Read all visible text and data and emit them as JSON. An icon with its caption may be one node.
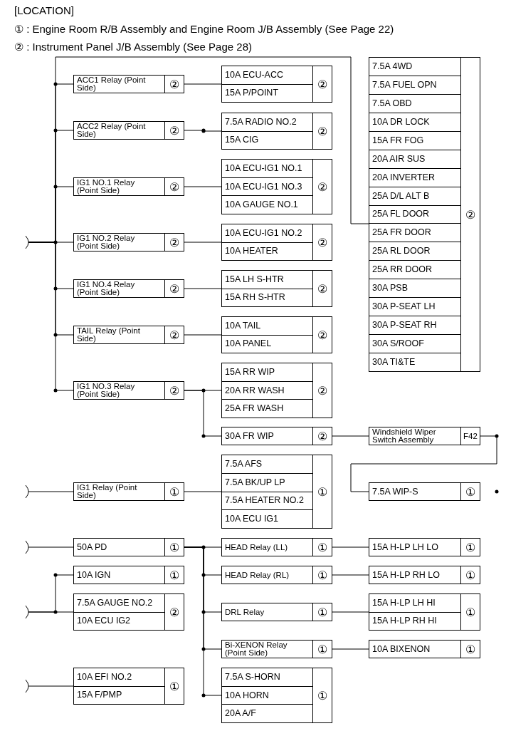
{
  "diagram": {
    "title": "[LOCATION]",
    "nodes": [
      {
        "text": [
          "ACC1 Relay (Point Side)",
          "②"
        ]
      },
      {
        "text": [
          "10A ECU-ACC",
          "15A P/POINT",
          "②"
        ]
      },
      {
        "text": [
          "7.5A 4WD",
          "7.5A FUEL OPN",
          "7.5A OBD",
          "10A DR LOCK",
          "15A FR FOG",
          "20A AIR SUS",
          "20A INVERTER",
          "25A D/L ALT B",
          "25A FL DOOR",
          "25A FR DOOR",
          "25A RL DOOR",
          "25A RR DOOR",
          "30A PSB",
          "30A P-SEAT LH",
          "30A P-SEAT RH",
          "30A S/ROOF",
          "30A TI&TE",
          "②"
        ]
      },
      {
        "text": [
          "ACC2 Relay (Point Side)",
          "②"
        ]
      },
      {
        "text": [
          "7.5A RADIO NO.2",
          "15A CIG",
          "②"
        ]
      },
      {
        "text": [
          "IG1 NO.1 Relay (Point Side)",
          "②"
        ]
      },
      {
        "text": [
          "10A ECU-IG1 NO.1",
          "10A ECU-IG1 NO.3",
          "10A GAUGE NO.1",
          "②"
        ]
      },
      {
        "text": [
          "IG1 NO.2 Relay (Point Side)",
          "②"
        ]
      },
      {
        "text": [
          "10A ECU-IG1 NO.2",
          "10A HEATER",
          "②"
        ]
      },
      {
        "text": [
          "IG1 NO.4 Relay (Point Side)",
          "②"
        ]
      },
      {
        "text": [
          "15A LH S-HTR",
          "15A RH S-HTR",
          "②"
        ]
      },
      {
        "text": [
          "TAIL Relay (Point Side)",
          "②"
        ]
      },
      {
        "text": [
          "10A TAIL",
          "10A PANEL",
          "②"
        ]
      },
      {
        "text": [
          "IG1 NO.3 Relay (Point Side)",
          "②"
        ]
      },
      {
        "text": [
          "15A RR WIP",
          "20A RR WASH",
          "25A FR WASH",
          "②"
        ]
      },
      {
        "text": [
          "30A FR WIP",
          "②"
        ]
      },
      {
        "text": [
          "Windshield Wiper Switch Assembly",
          "F42"
        ]
      },
      {
        "text": [
          "IG1 Relay (Point Side)",
          "①"
        ]
      },
      {
        "text": [
          "7.5A AFS",
          "7.5A BK/UP LP",
          "7.5A HEATER NO.2",
          "10A ECU IG1",
          "①"
        ]
      },
      {
        "text": [
          "7.5A WIP-S",
          "①"
        ]
      },
      {
        "text": [
          "50A PD",
          "①"
        ]
      },
      {
        "text": [
          "HEAD Relay (LL)",
          "①"
        ]
      },
      {
        "text": [
          "15A H-LP LH LO",
          "①"
        ]
      },
      {
        "text": [
          "10A IGN",
          "①"
        ]
      },
      {
        "text": [
          "HEAD Relay (RL)",
          "①"
        ]
      },
      {
        "text": [
          "15A H-LP RH LO",
          "①"
        ]
      },
      {
        "text": [
          "7.5A GAUGE NO.2",
          "10A ECU IG2",
          "②"
        ]
      },
      {
        "text": [
          "DRL Relay",
          "①"
        ]
      },
      {
        "text": [
          "15A H-LP LH HI",
          "15A H-LP RH HI",
          "①"
        ]
      },
      {
        "text": [
          "Bi-XENON Relay (Point Side)",
          "①"
        ]
      },
      {
        "text": [
          "10A BIXENON",
          "①"
        ]
      },
      {
        "text": [
          "10A EFI NO.2",
          "15A F/PMP",
          "①"
        ]
      },
      {
        "text": [
          "7.5A S-HORN",
          "10A HORN",
          "20A A/F",
          "①"
        ]
      }
    ],
    "edges": [
      {
        "from": null,
        "to": 2,
        "arrow": "none"
      },
      {
        "from": null,
        "to": 0,
        "arrow": "none"
      },
      {
        "from": null,
        "to": 3,
        "arrow": "none"
      },
      {
        "from": null,
        "to": 5,
        "arrow": "none"
      },
      {
        "from": null,
        "to": 7,
        "arrow": "none"
      },
      {
        "from": null,
        "to": 9,
        "arrow": "none"
      },
      {
        "from": null,
        "to": 11,
        "arrow": "none"
      },
      {
        "from": null,
        "to": 13,
        "arrow": "none"
      },
      {
        "from": 0,
        "to": 1,
        "arrow": "none"
      },
      {
        "from": 3,
        "to": 4,
        "arrow": "none"
      },
      {
        "from": 5,
        "to": 6,
        "arrow": "none"
      },
      {
        "from": 7,
        "to": 8,
        "arrow": "none"
      },
      {
        "from": 9,
        "to": 10,
        "arrow": "none"
      },
      {
        "from": 11,
        "to": 12,
        "arrow": "none"
      },
      {
        "from": 13,
        "to": 14,
        "arrow": "none"
      },
      {
        "from": 13,
        "to": 15,
        "arrow": "none"
      },
      {
        "from": 15,
        "to": 16,
        "arrow": "none"
      },
      {
        "from": 16,
        "to": 19,
        "arrow": "none"
      },
      {
        "from": null,
        "to": 17,
        "arrow": "none"
      },
      {
        "from": 17,
        "to": 18,
        "arrow": "none"
      },
      {
        "from": null,
        "to": 20,
        "arrow": "none"
      },
      {
        "from": 20,
        "to": 21,
        "arrow": "none"
      },
      {
        "from": 20,
        "to": 24,
        "arrow": "none"
      },
      {
        "from": 20,
        "to": 27,
        "arrow": "none"
      },
      {
        "from": 20,
        "to": 29,
        "arrow": "none"
      },
      {
        "from": 20,
        "to": 32,
        "arrow": "none"
      },
      {
        "from": 21,
        "to": 22,
        "arrow": "none"
      },
      {
        "from": 24,
        "to": 25,
        "arrow": "none"
      },
      {
        "from": 27,
        "to": 28,
        "arrow": "none"
      },
      {
        "from": 29,
        "to": 30,
        "arrow": "none"
      },
      {
        "from": null,
        "to": 23,
        "arrow": "none"
      },
      {
        "from": null,
        "to": 26,
        "arrow": "none"
      },
      {
        "from": null,
        "to": 31,
        "arrow": "none"
      }
    ],
    "labels": [
      "① : Engine Room R/B Assembly and Engine Room J/B Assembly (See Page 22)",
      "② : Instrument Panel J/B Assembly (See Page 28)"
    ]
  }
}
